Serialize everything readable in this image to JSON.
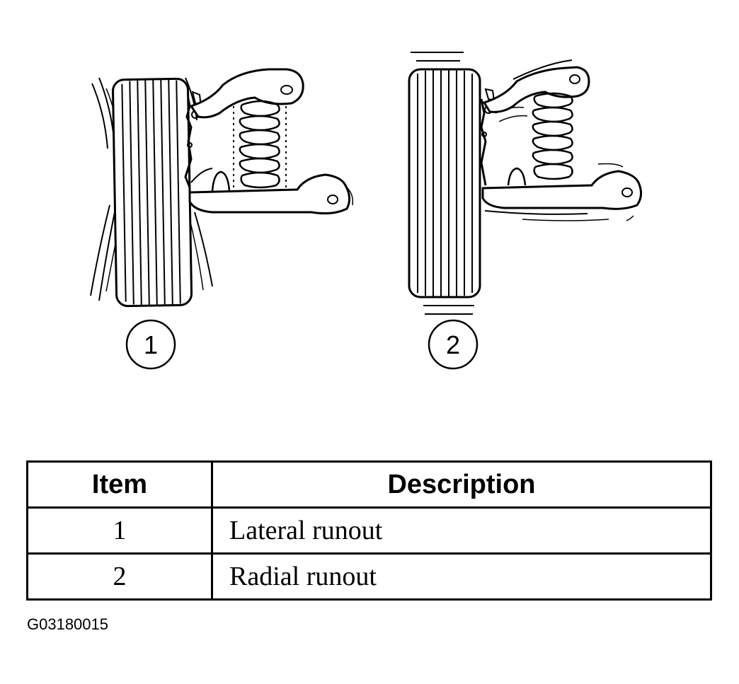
{
  "callouts": [
    "1",
    "2"
  ],
  "table": {
    "headers": {
      "item": "Item",
      "description": "Description"
    },
    "rows": [
      {
        "item": "1",
        "description": "Lateral runout"
      },
      {
        "item": "2",
        "description": "Radial runout"
      }
    ]
  },
  "figure_id": "G03180015"
}
